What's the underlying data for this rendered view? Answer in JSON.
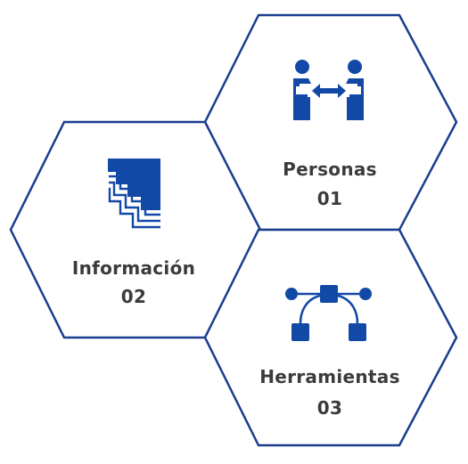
{
  "colors": {
    "outline": "#1a3d8f",
    "icon": "#1248a6",
    "text": "#3b3b3b",
    "background": "#ffffff"
  },
  "hexagons": [
    {
      "title": "Personas",
      "number": "01",
      "icon": "people-exchange-icon"
    },
    {
      "title": "Información",
      "number": "02",
      "icon": "stairs-icon"
    },
    {
      "title": "Herramientas",
      "number": "03",
      "icon": "bezier-path-icon"
    }
  ]
}
